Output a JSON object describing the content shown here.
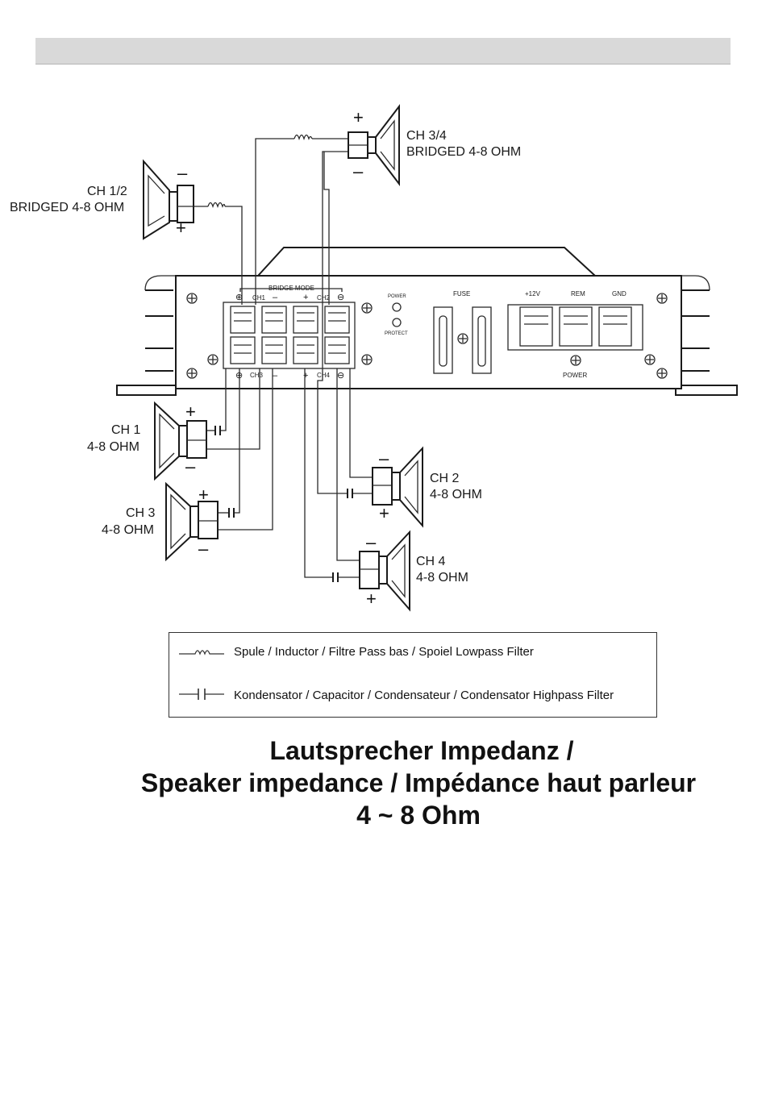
{
  "speakers": {
    "ch34": {
      "name": "CH 3/4",
      "spec": "BRIDGED 4-8 OHM",
      "pos": "+",
      "neg": "–"
    },
    "ch12": {
      "name": "CH 1/2",
      "spec": "BRIDGED 4-8 OHM",
      "pos": "+",
      "neg": "–"
    },
    "ch1": {
      "name": "CH 1",
      "spec": "4-8 OHM",
      "pos": "+",
      "neg": "–"
    },
    "ch2": {
      "name": "CH 2",
      "spec": "4-8 OHM",
      "pos": "+",
      "neg": "–"
    },
    "ch3": {
      "name": "CH 3",
      "spec": "4-8 OHM",
      "pos": "+",
      "neg": "–"
    },
    "ch4": {
      "name": "CH 4",
      "spec": "4-8 OHM",
      "pos": "+",
      "neg": "–"
    }
  },
  "amplifier": {
    "bridge_mode": "BRIDGE MODE",
    "top_labels": [
      "⊕",
      "CH1",
      "–",
      "+",
      "CH2",
      "⊖"
    ],
    "bottom_labels": [
      "⊕",
      "CH3",
      "–",
      "+",
      "CH4",
      "⊖"
    ],
    "power_led": "POWER",
    "protect_led": "PROTECT",
    "fuse": "FUSE",
    "power_terminals": [
      "+12V",
      "REM",
      "GND"
    ],
    "power_label": "POWER"
  },
  "legend": {
    "inductor": "Spule / Inductor / Filtre Pass bas / Spoiel Lowpass Filter",
    "capacitor": "Kondensator / Capacitor / Condensateur / Condensator Highpass Filter"
  },
  "title": {
    "line1": "Lautsprecher Impedanz /",
    "line2": "Speaker impedance / Impédance haut parleur",
    "line3": "4 ~ 8 Ohm"
  }
}
